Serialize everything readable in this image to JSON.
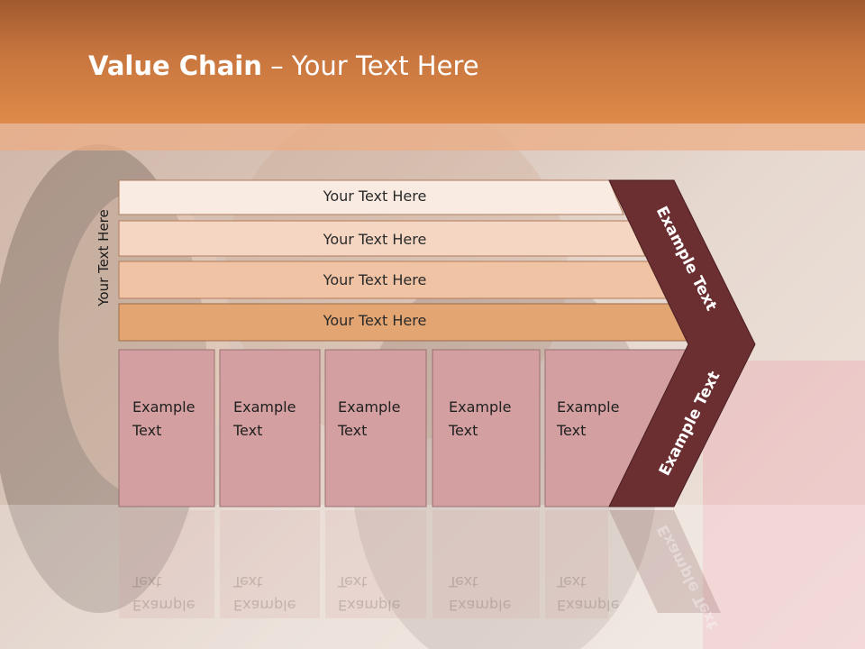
{
  "title": {
    "bold": "Value Chain",
    "rest": " – Your Text Here"
  },
  "side_label": "Your Text Here",
  "rows": [
    {
      "label": "Your Text Here"
    },
    {
      "label": "Your Text Here"
    },
    {
      "label": "Your Text Here"
    },
    {
      "label": "Your Text Here"
    }
  ],
  "boxes": [
    {
      "line1": "Example",
      "line2": "Text"
    },
    {
      "line1": "Example",
      "line2": "Text"
    },
    {
      "line1": "Example",
      "line2": "Text"
    },
    {
      "line1": "Example",
      "line2": "Text"
    },
    {
      "line1": "Example",
      "line2": "Text"
    }
  ],
  "chevron": {
    "upper_label": "Example Text",
    "lower_label": "Example Text"
  },
  "colors": {
    "header": "#c8763f",
    "row_fills": [
      "#f9ebe2",
      "#f4d6c2",
      "#efc3a3",
      "#e3a572"
    ],
    "box_fill": "#d39fa0",
    "chevron": "#6b2f32"
  }
}
